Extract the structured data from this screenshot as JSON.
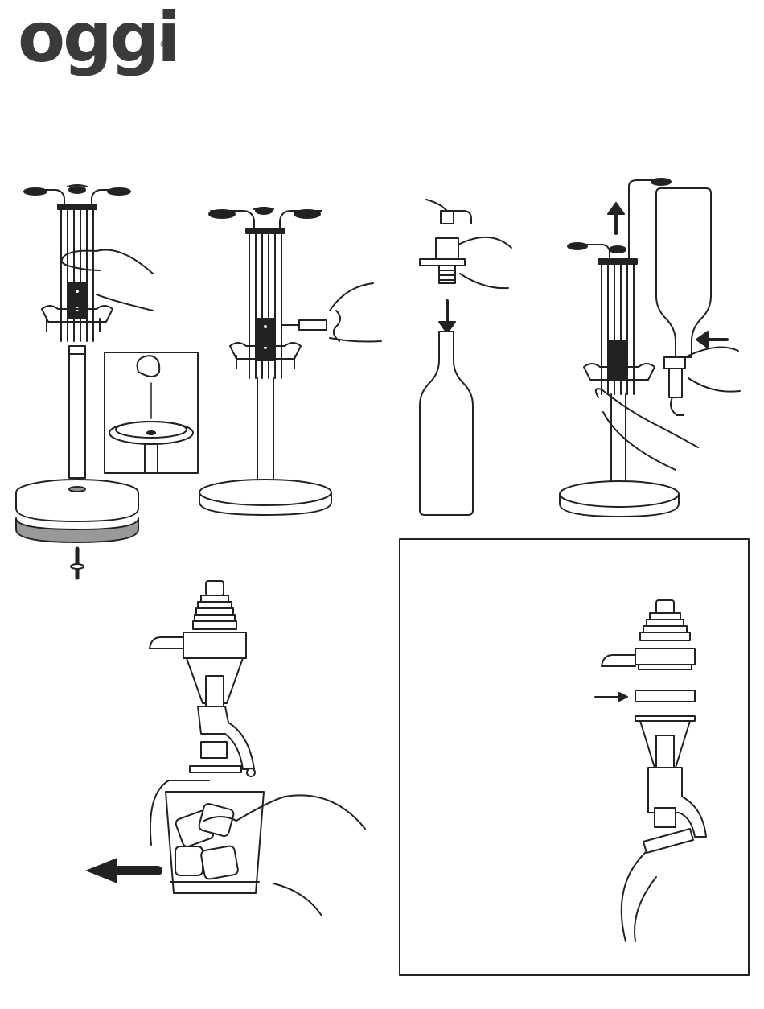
{
  "brand": {
    "name": "oggi",
    "registered_mark": "®"
  },
  "figures": [
    {
      "id": "step-1",
      "icon": "stand-assembly-base-screw-icon"
    },
    {
      "id": "step-2",
      "icon": "screwdriver-tightening-icon"
    },
    {
      "id": "step-3",
      "icon": "dispenser-into-bottle-icon"
    },
    {
      "id": "step-4",
      "icon": "mount-bottle-on-stand-icon"
    },
    {
      "id": "step-5",
      "icon": "glass-pushes-lever-icon"
    },
    {
      "id": "inset",
      "icon": "dispenser-washer-exploded-icon"
    }
  ]
}
